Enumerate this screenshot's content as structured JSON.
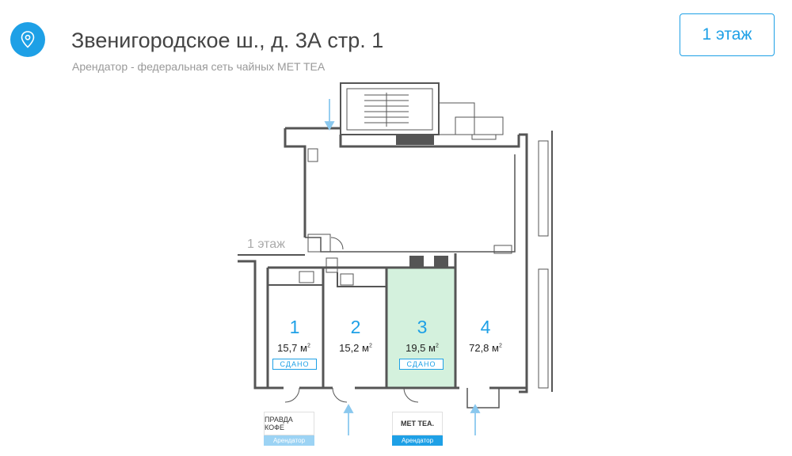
{
  "header": {
    "title": "Звенигородское ш., д. 3А стр. 1",
    "subtitle": "Арендатор - федеральная сеть чайных MET TEA",
    "floor_button": "1 этаж"
  },
  "plan": {
    "floor_label": "1 этаж",
    "rooms": [
      {
        "number": "1",
        "area": "15,7 м",
        "status": "СДАНО"
      },
      {
        "number": "2",
        "area": "15,2 м",
        "status": ""
      },
      {
        "number": "3",
        "area": "19,5 м",
        "status": "СДАНО",
        "highlight_color": "#d4f1dd"
      },
      {
        "number": "4",
        "area": "72,8 м",
        "status": ""
      }
    ],
    "area_unit_sup": "2",
    "tenants": [
      {
        "logo": "ПРАВДА КОФЕ",
        "caption": "Арендатор"
      },
      {
        "logo": "MET TEA.",
        "caption": "Арендатор"
      }
    ]
  },
  "colors": {
    "accent": "#1ea0e6",
    "wall": "#555555",
    "highlight": "#d4f1dd"
  },
  "icons": [
    "location-pin-icon",
    "entrance-arrow-icon"
  ]
}
